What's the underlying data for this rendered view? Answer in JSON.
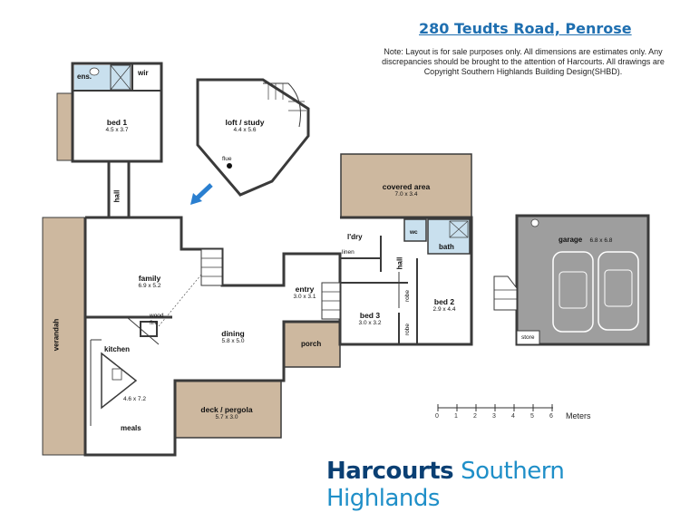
{
  "header": {
    "title": "280 Teudts Road, Penrose",
    "note": "Note: Layout is for sale purposes only. All dimensions are estimates only. Any discrepancies should be brought to the attention of Harcourts. All drawings are Copyright Southern Highlands Building Design(SHBD)."
  },
  "rooms": {
    "bed1": {
      "name": "bed 1",
      "dim": "4.5 x 3.7"
    },
    "ens": {
      "name": "ens."
    },
    "wir": {
      "name": "wir"
    },
    "loft": {
      "name": "loft / study",
      "dim": "4.4 x 5.6"
    },
    "flue": {
      "name": "flue"
    },
    "hall1": {
      "name": "hall"
    },
    "verandah": {
      "name": "verandah"
    },
    "family": {
      "name": "family",
      "dim": "6.9 x 5.2"
    },
    "woodfire": {
      "name": "wood fire"
    },
    "kitchen": {
      "name": "kitchen"
    },
    "kitchen_dim": {
      "dim": "4.6 x 7.2"
    },
    "meals": {
      "name": "meals"
    },
    "dining": {
      "name": "dining",
      "dim": "5.8 x 5.0"
    },
    "deck": {
      "name": "deck / pergola",
      "dim": "5.7 x 3.0"
    },
    "entry": {
      "name": "entry",
      "dim": "3.0 x 3.1"
    },
    "porch": {
      "name": "porch"
    },
    "covered": {
      "name": "covered area",
      "dim": "7.0 x 3.4"
    },
    "ldry": {
      "name": "l'dry"
    },
    "linen": {
      "name": "linen"
    },
    "wc": {
      "name": "wc"
    },
    "bath": {
      "name": "bath"
    },
    "hall2": {
      "name": "hall"
    },
    "robe1": {
      "name": "robe"
    },
    "robe2": {
      "name": "robe"
    },
    "bed3": {
      "name": "bed 3",
      "dim": "3.0 x 3.2"
    },
    "bed2": {
      "name": "bed 2",
      "dim": "2.9 x 4.4"
    },
    "garage": {
      "name": "garage",
      "dim": "6.8 x 6.8"
    },
    "store": {
      "name": "store"
    }
  },
  "scale": {
    "ticks": [
      "0",
      "1",
      "2",
      "3",
      "4",
      "5",
      "6"
    ],
    "unit": "Meters"
  },
  "brand": {
    "primary": "Harcourts",
    "secondary": "Southern Highlands"
  },
  "colors": {
    "wall": "#3a3a3a",
    "outdoor": "#cdb89f",
    "wet": "#c9e0ee",
    "garage": "#9e9e9e",
    "brand": "#0a3f73",
    "accent": "#1f8fc8"
  }
}
